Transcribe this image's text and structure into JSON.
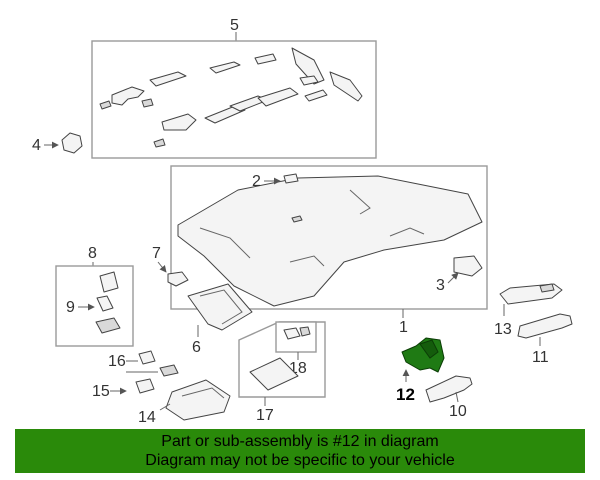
{
  "callouts": {
    "c1": "1",
    "c2": "2",
    "c3": "3",
    "c4": "4",
    "c5": "5",
    "c6": "6",
    "c7": "7",
    "c8": "8",
    "c9": "9",
    "c10": "10",
    "c11": "11",
    "c12": "12",
    "c13": "13",
    "c14": "14",
    "c15": "15",
    "c16": "16",
    "c17": "17",
    "c18": "18"
  },
  "highlight_part": "12",
  "colors": {
    "highlight": "#1f7a14",
    "banner": "#2a8a0a"
  },
  "banner": {
    "line1": "Part or sub-assembly is #12 in diagram",
    "line2": "Diagram may not be specific to your vehicle"
  }
}
